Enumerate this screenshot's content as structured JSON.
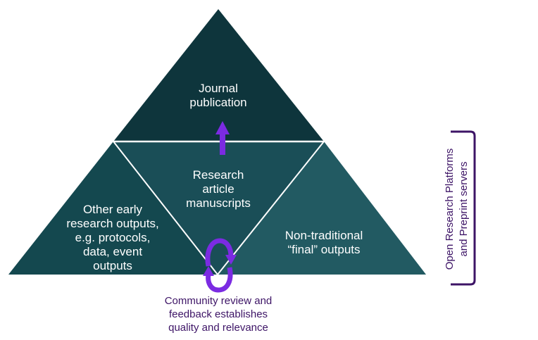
{
  "diagram": {
    "title": "",
    "sections": {
      "top": {
        "label": "Journal\npublication"
      },
      "center": {
        "label": "Research\narticle\nmanuscripts"
      },
      "left": {
        "label": "Other early\nresearch outputs,\ne.g. protocols,\ndata, event\noutputs"
      },
      "right": {
        "label": "Non-traditional\n“final” outputs"
      }
    },
    "bottom_caption": "Community review and\nfeedback establishes\nquality and relevance",
    "bracket_label": "Open Research Platforms\nand Preprint servers",
    "arrows": {
      "up": "arrow-up-icon",
      "cycle": "refresh-cycle-icon"
    }
  },
  "colors": {
    "top_fill": "#0e353c",
    "left_fill": "#14484f",
    "center_fill": "#1a4e57",
    "right_fill": "#225a62",
    "divider": "#ffffff",
    "accent_purple": "#7b2be2",
    "text_purple": "#3d1466"
  }
}
